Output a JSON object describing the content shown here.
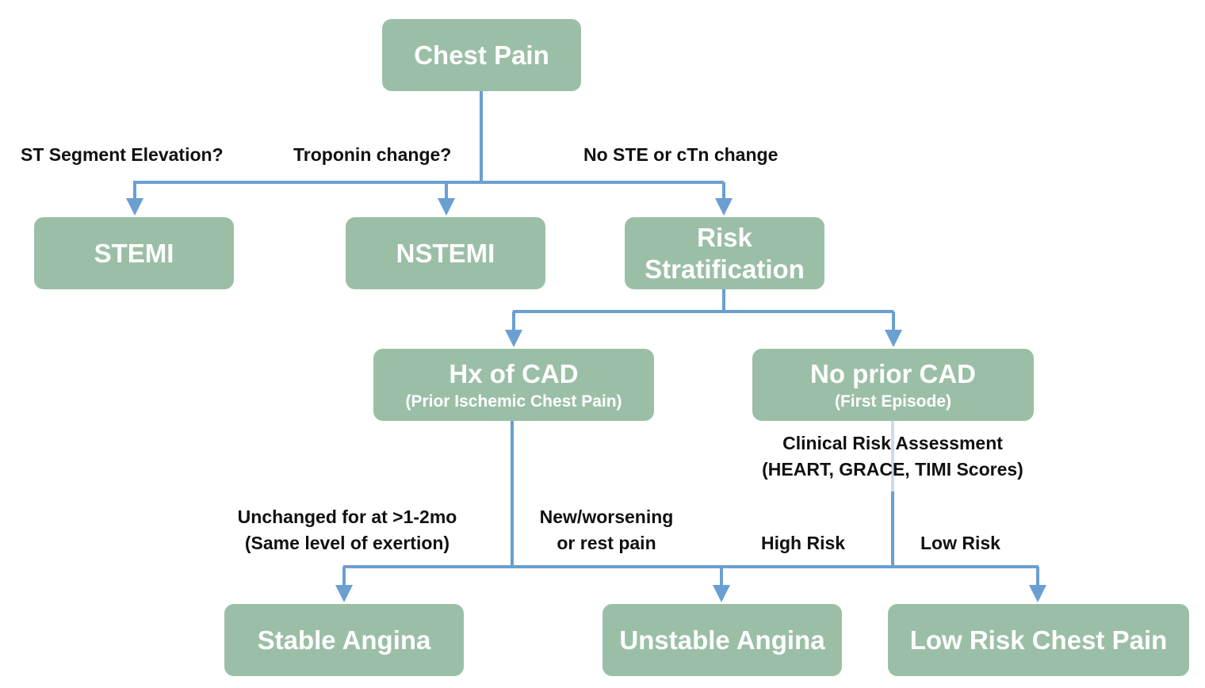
{
  "nodes": {
    "chest_pain": "Chest Pain",
    "stemi": "STEMI",
    "nstemi": "NSTEMI",
    "risk_line1": "Risk",
    "risk_line2": "Stratification",
    "hx_cad": "Hx of CAD",
    "hx_cad_sub": "(Prior Ischemic Chest Pain)",
    "no_prior_cad": "No prior CAD",
    "no_prior_cad_sub": "(First Episode)",
    "stable_angina": "Stable Angina",
    "unstable_angina": "Unstable Angina",
    "low_risk_chest_pain": "Low Risk Chest Pain"
  },
  "edge_labels": {
    "st_elevation": "ST Segment Elevation?",
    "troponin_change": "Troponin change?",
    "no_ste_ctn": "No STE or cTn change",
    "clinical_risk_line1": "Clinical Risk Assessment",
    "clinical_risk_line2": "(HEART, GRACE, TIMI Scores)",
    "unchanged_line1": "Unchanged for at >1-2mo",
    "unchanged_line2": "(Same level of exertion)",
    "new_worsening_line1": "New/worsening",
    "new_worsening_line2": "or rest pain",
    "high_risk": "High Risk",
    "low_risk": "Low Risk"
  },
  "colors": {
    "node_fill": "#9bbfa6",
    "connector": "#6a9fd1",
    "label_text": "#111111"
  }
}
